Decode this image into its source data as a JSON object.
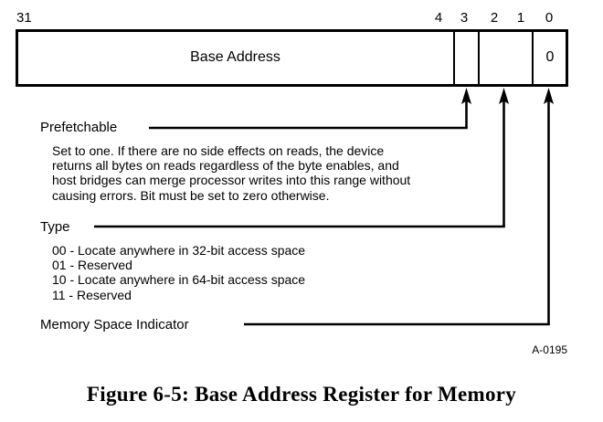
{
  "figure": {
    "caption": "Figure 6-5:  Base Address Register for Memory",
    "artwork_id": "A-0195"
  },
  "register": {
    "title": "Base Address Register for Memory",
    "bit_labels": [
      "31",
      "4",
      "3",
      "2",
      "1",
      "0"
    ],
    "fields": [
      {
        "name": "Base Address",
        "bits": "31:4",
        "text": "Base Address"
      },
      {
        "name": "Prefetchable",
        "bits": "3",
        "text": ""
      },
      {
        "name": "Type",
        "bits": "2:1",
        "text": ""
      },
      {
        "name": "Memory Space Indicator",
        "bits": "0",
        "text": "0"
      }
    ]
  },
  "callouts": [
    {
      "title": "Prefetchable",
      "lines": [
        "Set to one. If there are no side effects on reads, the device",
        "returns all bytes on reads regardless of the byte enables, and",
        "host bridges can merge processor writes into this range without",
        "causing errors. Bit must be set to zero otherwise."
      ]
    },
    {
      "title": "Type",
      "lines": [
        "00 - Locate anywhere in 32-bit access space",
        "01 - Reserved",
        "10 - Locate anywhere in 64-bit access space",
        "11 - Reserved"
      ]
    },
    {
      "title": "Memory Space Indicator",
      "lines": []
    }
  ],
  "colors": {
    "ink": "#000000",
    "background": "#ffffff"
  }
}
